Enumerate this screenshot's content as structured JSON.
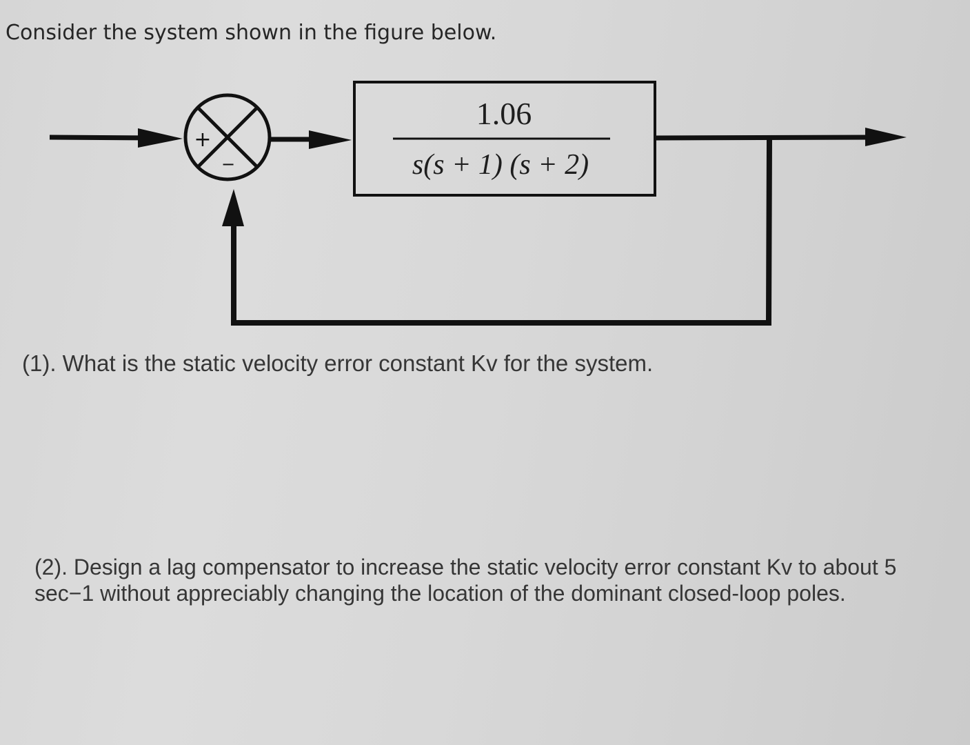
{
  "intro": "Consider the system shown in the figure below.",
  "diagram": {
    "summing_junction": {
      "plus_sign": "+",
      "minus_sign": "−"
    },
    "plant": {
      "numerator": "1.06",
      "denominator": "s(s + 1) (s + 2)"
    }
  },
  "questions": [
    {
      "text": "(1). What is the static velocity error constant Kv for the system."
    },
    {
      "text": "(2). Design a lag compensator to increase the static velocity error constant Kv to about 5 sec−1 without appreciably changing the location of the dominant closed-loop poles."
    }
  ]
}
